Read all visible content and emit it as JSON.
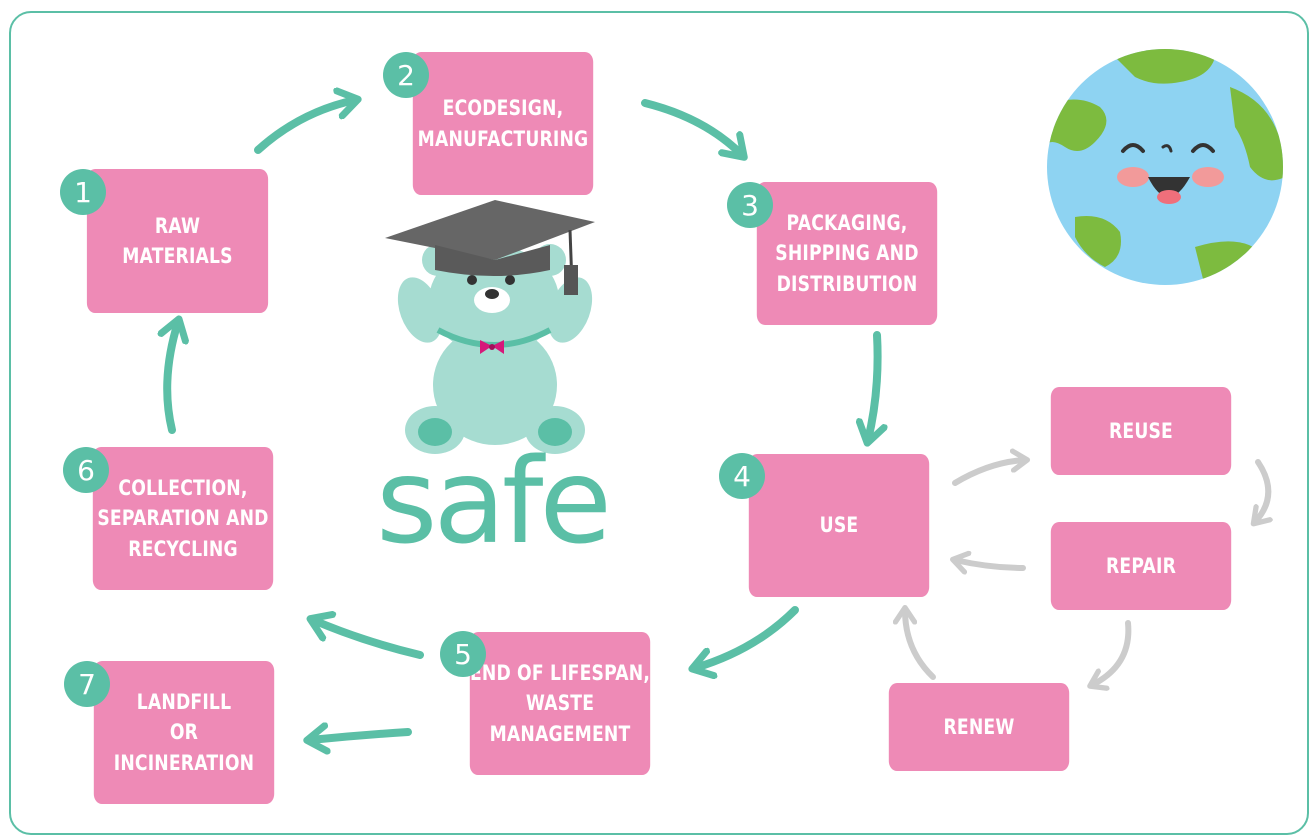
{
  "steps": [
    {
      "num": "1",
      "label": "RAW\nMATERIALS"
    },
    {
      "num": "2",
      "label": "ECODESIGN,\nMANUFACTURING"
    },
    {
      "num": "3",
      "label": "PACKAGING,\nSHIPPING AND\nDISTRIBUTION"
    },
    {
      "num": "4",
      "label": "USE"
    },
    {
      "num": "5",
      "label": "END OF LIFESPAN,\nWASTE MANAGEMENT"
    },
    {
      "num": "6",
      "label": "COLLECTION,\nSEPARATION AND\nRECYCLING"
    },
    {
      "num": "7",
      "label": "LANDFILL\nOR\nINCINERATION"
    }
  ],
  "sub_loop": [
    "REUSE",
    "REPAIR",
    "RENEW"
  ],
  "logo": "safe",
  "colors": {
    "box": "#ee8ab6",
    "accent": "#5bbfa6",
    "gray_arrow": "#cccccc",
    "earth_ocean": "#8ed3f2",
    "earth_land": "#7dbb3f"
  }
}
